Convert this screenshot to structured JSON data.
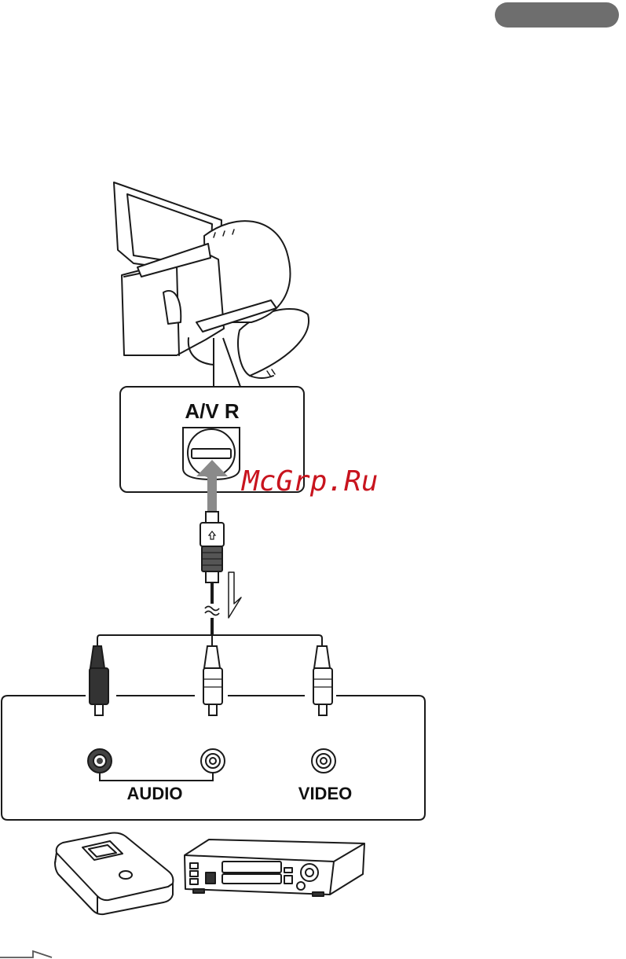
{
  "header": {
    "tab_color": "#6e6e6e"
  },
  "jack_panel": {
    "port_label": "A/V R"
  },
  "recorder_panel": {
    "audio_label": "AUDIO",
    "video_label": "VIDEO"
  },
  "watermark": {
    "text": "McGrp.Ru",
    "color": "#c8141e"
  },
  "colors": {
    "line": "#1a1a1a",
    "arrow": "#8a8a8a"
  },
  "icons": [
    "camcorder-icon",
    "dvd-writer-icon",
    "vcr-icon",
    "signal-flow-arrow-icon",
    "connection-arrow-icon"
  ]
}
